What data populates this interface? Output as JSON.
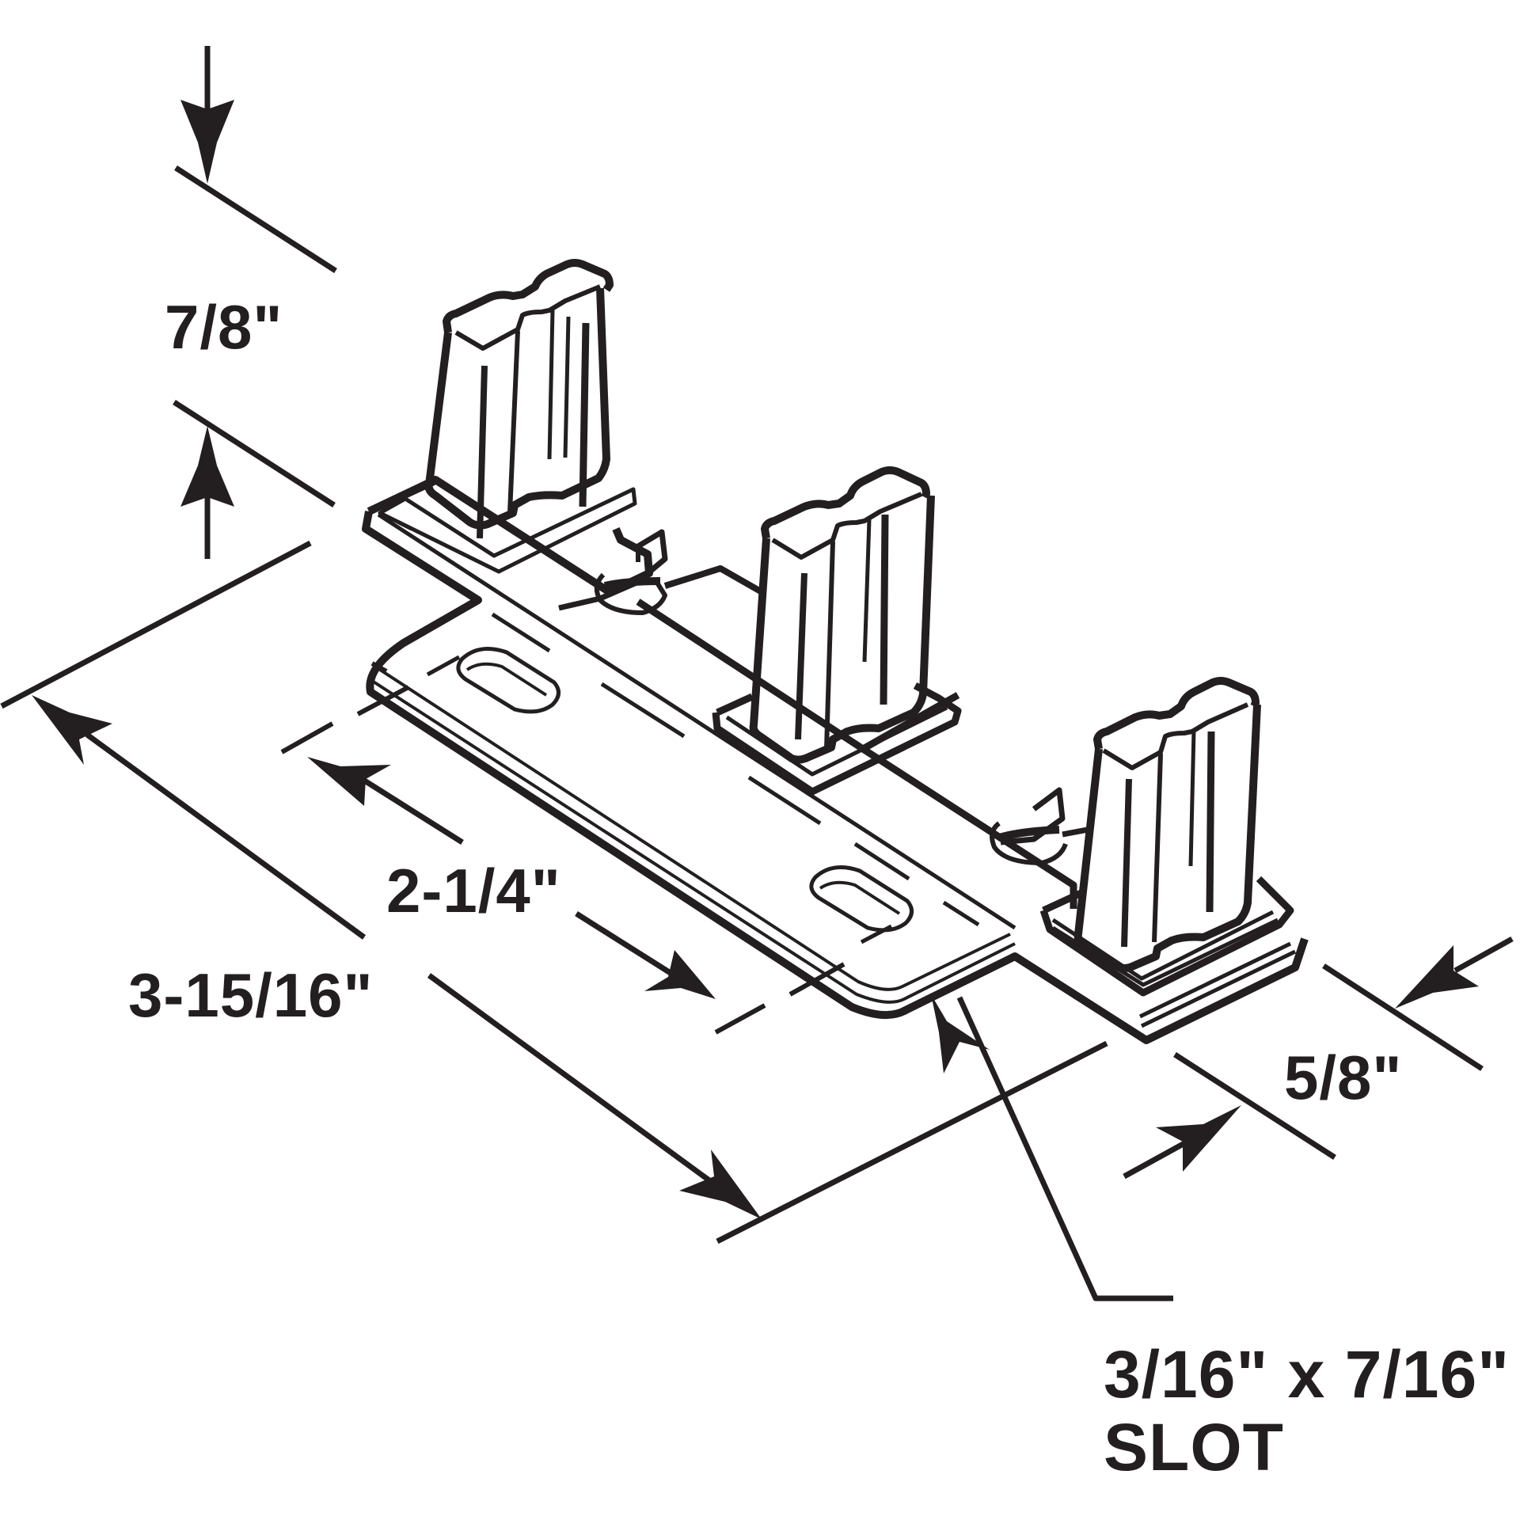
{
  "diagram": {
    "title": "Sliding door bottom guide bracket — dimension drawing",
    "line_color": "#231f20",
    "background": "#ffffff",
    "dimensions": {
      "height": {
        "label": "7/8\"",
        "meaning": "post height"
      },
      "slot_spacing": {
        "label": "2-1/4\"",
        "meaning": "distance between mounting slots"
      },
      "overall_length": {
        "label": "3-15/16\"",
        "meaning": "overall bracket length"
      },
      "width": {
        "label": "5/8\"",
        "meaning": "bracket width"
      },
      "slot": {
        "label_line1": "3/16\" x 7/16\"",
        "label_line2": "SLOT",
        "meaning": "mounting slot size"
      }
    },
    "parts": {
      "guide_posts": 3,
      "mounting_slots": 2,
      "spring_tabs": 2
    }
  }
}
